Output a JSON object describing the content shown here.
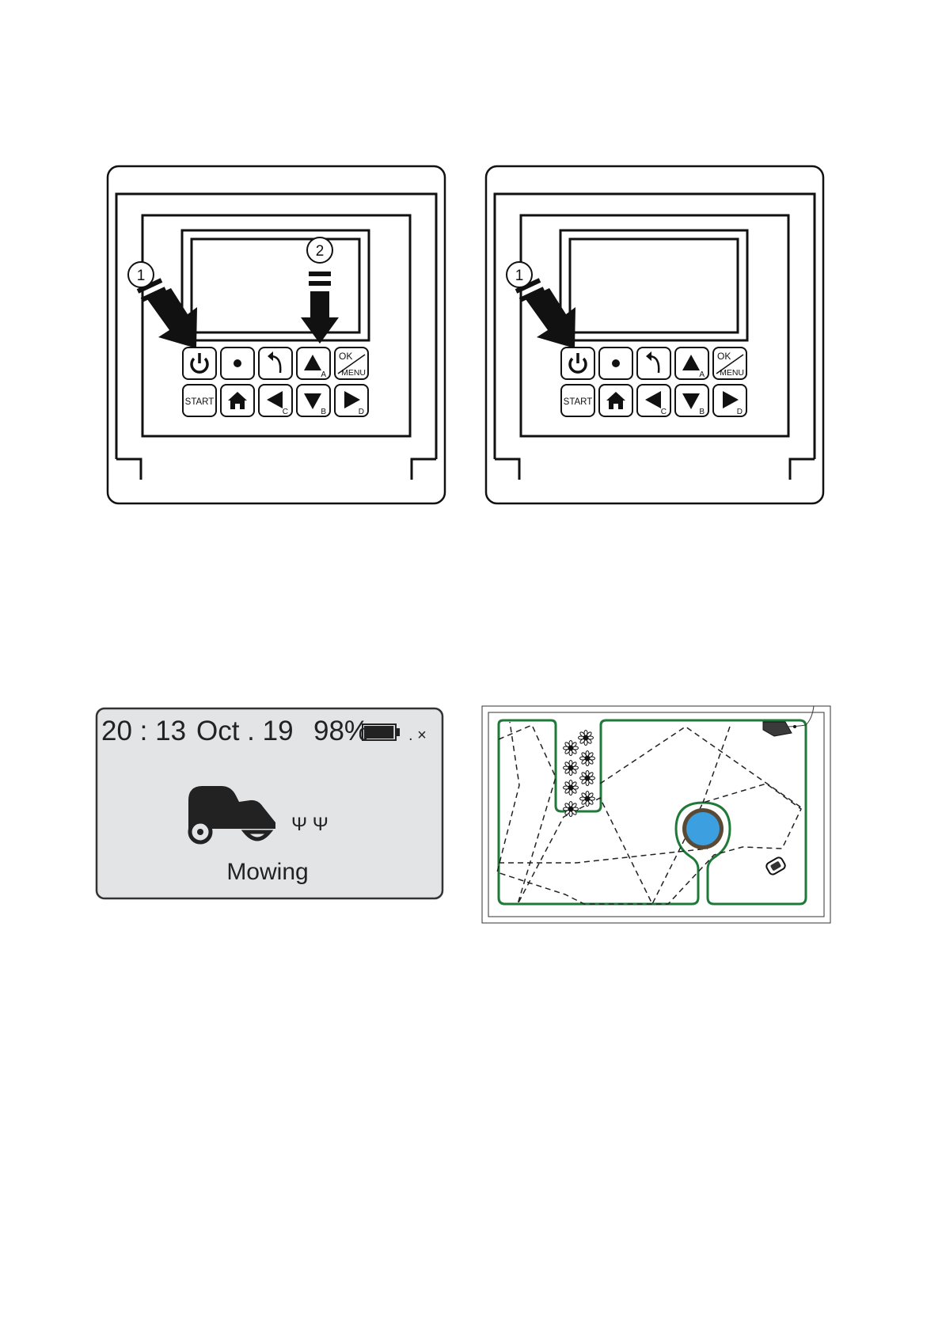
{
  "colors": {
    "ink": "#111111",
    "lcd_background": "#e3e4e6",
    "boundary_wire": "#1f7a3a",
    "pond": "#3b9fe0",
    "pond_rim": "#5a4a35"
  },
  "panels": [
    {
      "callouts": [
        "1",
        "2"
      ],
      "keys": {
        "row1": [
          {
            "icon": "power-icon"
          },
          {
            "icon": "dot-icon"
          },
          {
            "icon": "back-arrow-icon"
          },
          {
            "icon": "triangle-up-icon",
            "sub": "A"
          },
          {
            "label_top": "OK",
            "label_bottom": "MENU"
          }
        ],
        "row2": [
          {
            "label": "START"
          },
          {
            "icon": "home-icon"
          },
          {
            "icon": "triangle-left-icon",
            "sub": "C"
          },
          {
            "icon": "triangle-down-icon",
            "sub": "B"
          },
          {
            "icon": "triangle-right-icon",
            "sub": "D"
          }
        ]
      }
    },
    {
      "callouts": [
        "1"
      ],
      "keys": {
        "row1": [
          {
            "icon": "power-icon"
          },
          {
            "icon": "dot-icon"
          },
          {
            "icon": "back-arrow-icon"
          },
          {
            "icon": "triangle-up-icon",
            "sub": "A"
          },
          {
            "label_top": "OK",
            "label_bottom": "MENU"
          }
        ],
        "row2": [
          {
            "label": "START"
          },
          {
            "icon": "home-icon"
          },
          {
            "icon": "triangle-left-icon",
            "sub": "C"
          },
          {
            "icon": "triangle-down-icon",
            "sub": "B"
          },
          {
            "icon": "triangle-right-icon",
            "sub": "D"
          }
        ]
      }
    }
  ],
  "lcd": {
    "time": "20 : 13",
    "date": "Oct . 19",
    "battery": "98%",
    "battery_level": 0.98,
    "signal": ". ×",
    "status": "Mowing",
    "grass_glyphs": "Ψ Ψ",
    "icon": "mower-icon"
  },
  "garden": {
    "icons": [
      "flower-icon",
      "charging-station-icon",
      "mower-icon",
      "pond-icon"
    ],
    "wire_style": "solid green boundary wire",
    "path_style": "dashed mowing path"
  }
}
